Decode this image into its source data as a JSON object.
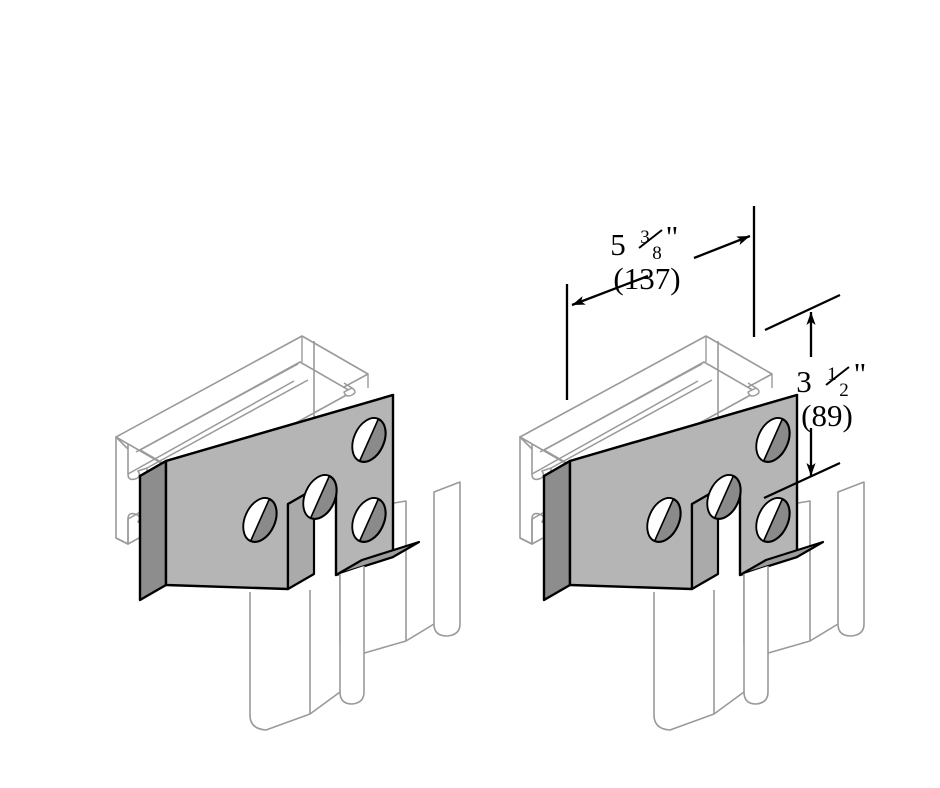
{
  "drawing": {
    "title": "Four hole flat tee plate fitting isometric drawing",
    "background_color": "#ffffff",
    "line_color": "#000000",
    "channel_outline_color": "#9a9a9a",
    "plate_face_color": "#b5b5b5",
    "plate_top_color": "#d3d3d3",
    "plate_edge_color": "#8d8d8d",
    "hole_shadow_color": "#8a8a8a",
    "hole_highlight_color": "#ffffff"
  },
  "views": [
    {
      "name": "plain-view",
      "label": "Left isometric view without dimensions",
      "has_dimensions": false
    },
    {
      "name": "dimensioned-view",
      "label": "Right isometric view with dimensions",
      "has_dimensions": true
    }
  ],
  "dimensions": {
    "width": {
      "name": "overall-width",
      "whole": "5",
      "fraction_numerator": "3",
      "fraction_denominator": "8",
      "unit_mark": "\"",
      "imperial_text": "5 3/8\"",
      "metric_text": "(137)",
      "metric_value": "137",
      "metric_unit": "mm"
    },
    "height": {
      "name": "overall-height",
      "whole": "3",
      "fraction_numerator": "1",
      "fraction_denominator": "2",
      "unit_mark": "\"",
      "imperial_text": "3 1/2\"",
      "metric_text": "(89)",
      "metric_value": "89",
      "metric_unit": "mm"
    }
  },
  "part": {
    "hole_count": 4,
    "plate_shape": "tee",
    "channel_count": 2,
    "channel_orientation": [
      "horizontal",
      "vertical"
    ]
  }
}
